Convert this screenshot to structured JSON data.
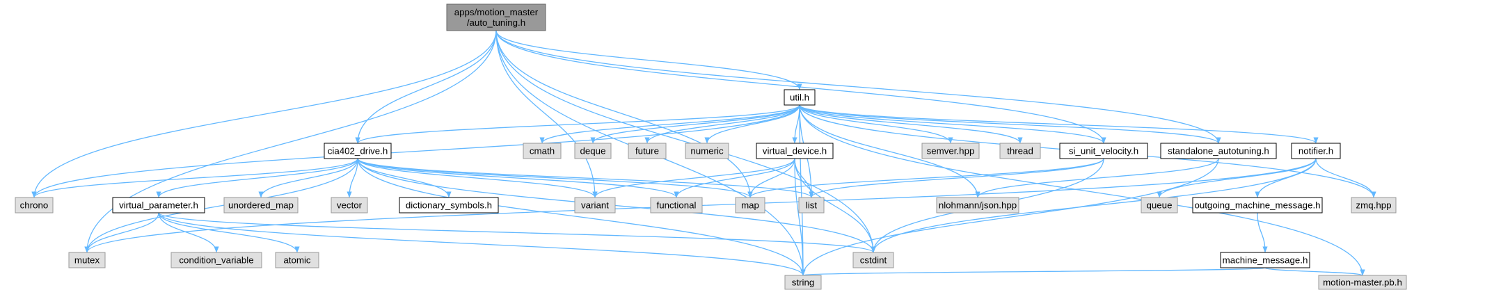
{
  "colors": {
    "edge": "#63b8ff",
    "root_fill": "#999999",
    "root_stroke": "#666666",
    "local_fill": "#ffffff",
    "local_stroke": "#000000",
    "system_fill": "#e0e0e0",
    "system_stroke": "#999999"
  },
  "nodes": [
    {
      "id": "root",
      "kind": "root",
      "lines": [
        "apps/motion_master",
        "/auto_tuning.h"
      ]
    },
    {
      "id": "util",
      "kind": "local",
      "lines": [
        "util.h"
      ]
    },
    {
      "id": "cia402",
      "kind": "local",
      "lines": [
        "cia402_drive.h"
      ]
    },
    {
      "id": "vdev",
      "kind": "local",
      "lines": [
        "virtual_device.h"
      ]
    },
    {
      "id": "siu",
      "kind": "local",
      "lines": [
        "si_unit_velocity.h"
      ]
    },
    {
      "id": "sat",
      "kind": "local",
      "lines": [
        "standalone_autotuning.h"
      ]
    },
    {
      "id": "notif",
      "kind": "local",
      "lines": [
        "notifier.h"
      ]
    },
    {
      "id": "vparam",
      "kind": "local",
      "lines": [
        "virtual_parameter.h"
      ]
    },
    {
      "id": "dsym",
      "kind": "local",
      "lines": [
        "dictionary_symbols.h"
      ]
    },
    {
      "id": "omm",
      "kind": "local",
      "lines": [
        "outgoing_machine_message.h"
      ]
    },
    {
      "id": "mm",
      "kind": "local",
      "lines": [
        "machine_message.h"
      ]
    },
    {
      "id": "chrono",
      "kind": "system",
      "lines": [
        "chrono"
      ]
    },
    {
      "id": "cmath",
      "kind": "system",
      "lines": [
        "cmath"
      ]
    },
    {
      "id": "deque",
      "kind": "system",
      "lines": [
        "deque"
      ]
    },
    {
      "id": "future",
      "kind": "system",
      "lines": [
        "future"
      ]
    },
    {
      "id": "numeric",
      "kind": "system",
      "lines": [
        "numeric"
      ]
    },
    {
      "id": "semver",
      "kind": "system",
      "lines": [
        "semver.hpp"
      ]
    },
    {
      "id": "thread",
      "kind": "system",
      "lines": [
        "thread"
      ]
    },
    {
      "id": "umap",
      "kind": "system",
      "lines": [
        "unordered_map"
      ]
    },
    {
      "id": "vector",
      "kind": "system",
      "lines": [
        "vector"
      ]
    },
    {
      "id": "variant",
      "kind": "system",
      "lines": [
        "variant"
      ]
    },
    {
      "id": "functional",
      "kind": "system",
      "lines": [
        "functional"
      ]
    },
    {
      "id": "map",
      "kind": "system",
      "lines": [
        "map"
      ]
    },
    {
      "id": "list",
      "kind": "system",
      "lines": [
        "list"
      ]
    },
    {
      "id": "json",
      "kind": "system",
      "lines": [
        "nlohmann/json.hpp"
      ]
    },
    {
      "id": "queue",
      "kind": "system",
      "lines": [
        "queue"
      ]
    },
    {
      "id": "zmq",
      "kind": "system",
      "lines": [
        "zmq.hpp"
      ]
    },
    {
      "id": "mutex",
      "kind": "system",
      "lines": [
        "mutex"
      ]
    },
    {
      "id": "condvar",
      "kind": "system",
      "lines": [
        "condition_variable"
      ]
    },
    {
      "id": "atomic",
      "kind": "system",
      "lines": [
        "atomic"
      ]
    },
    {
      "id": "cstdint",
      "kind": "system",
      "lines": [
        "cstdint"
      ]
    },
    {
      "id": "string",
      "kind": "system",
      "lines": [
        "string"
      ]
    },
    {
      "id": "mmpb",
      "kind": "system",
      "lines": [
        "motion-master.pb.h"
      ]
    }
  ],
  "edges": [
    [
      "root",
      "util"
    ],
    [
      "root",
      "cia402"
    ],
    [
      "root",
      "siu"
    ],
    [
      "root",
      "sat"
    ],
    [
      "root",
      "chrono"
    ],
    [
      "root",
      "mutex"
    ],
    [
      "root",
      "variant"
    ],
    [
      "root",
      "map"
    ],
    [
      "root",
      "cstdint"
    ],
    [
      "root",
      "string"
    ],
    [
      "util",
      "chrono"
    ],
    [
      "util",
      "cia402"
    ],
    [
      "util",
      "cmath"
    ],
    [
      "util",
      "deque"
    ],
    [
      "util",
      "future"
    ],
    [
      "util",
      "numeric"
    ],
    [
      "util",
      "vdev"
    ],
    [
      "util",
      "semver"
    ],
    [
      "util",
      "thread"
    ],
    [
      "util",
      "siu"
    ],
    [
      "util",
      "sat"
    ],
    [
      "util",
      "notif"
    ],
    [
      "util",
      "zmq"
    ],
    [
      "util",
      "json"
    ],
    [
      "util",
      "list"
    ],
    [
      "util",
      "string"
    ],
    [
      "util",
      "mmpb"
    ],
    [
      "cia402",
      "chrono"
    ],
    [
      "cia402",
      "mutex"
    ],
    [
      "cia402",
      "vparam"
    ],
    [
      "cia402",
      "umap"
    ],
    [
      "cia402",
      "vector"
    ],
    [
      "cia402",
      "dsym"
    ],
    [
      "cia402",
      "variant"
    ],
    [
      "cia402",
      "functional"
    ],
    [
      "cia402",
      "map"
    ],
    [
      "cia402",
      "list"
    ],
    [
      "cia402",
      "cstdint"
    ],
    [
      "cia402",
      "string"
    ],
    [
      "vdev",
      "variant"
    ],
    [
      "vdev",
      "functional"
    ],
    [
      "vdev",
      "map"
    ],
    [
      "vdev",
      "list"
    ],
    [
      "vdev",
      "cstdint"
    ],
    [
      "vdev",
      "string"
    ],
    [
      "siu",
      "map"
    ],
    [
      "siu",
      "list"
    ],
    [
      "siu",
      "cstdint"
    ],
    [
      "sat",
      "json"
    ],
    [
      "sat",
      "string"
    ],
    [
      "notif",
      "mutex"
    ],
    [
      "notif",
      "cstdint"
    ],
    [
      "notif",
      "queue"
    ],
    [
      "notif",
      "omm"
    ],
    [
      "notif",
      "zmq"
    ],
    [
      "vparam",
      "mutex"
    ],
    [
      "vparam",
      "condvar"
    ],
    [
      "vparam",
      "atomic"
    ],
    [
      "vparam",
      "cstdint"
    ],
    [
      "vparam",
      "string"
    ],
    [
      "omm",
      "mm"
    ],
    [
      "mm",
      "string"
    ],
    [
      "mm",
      "mmpb"
    ]
  ]
}
